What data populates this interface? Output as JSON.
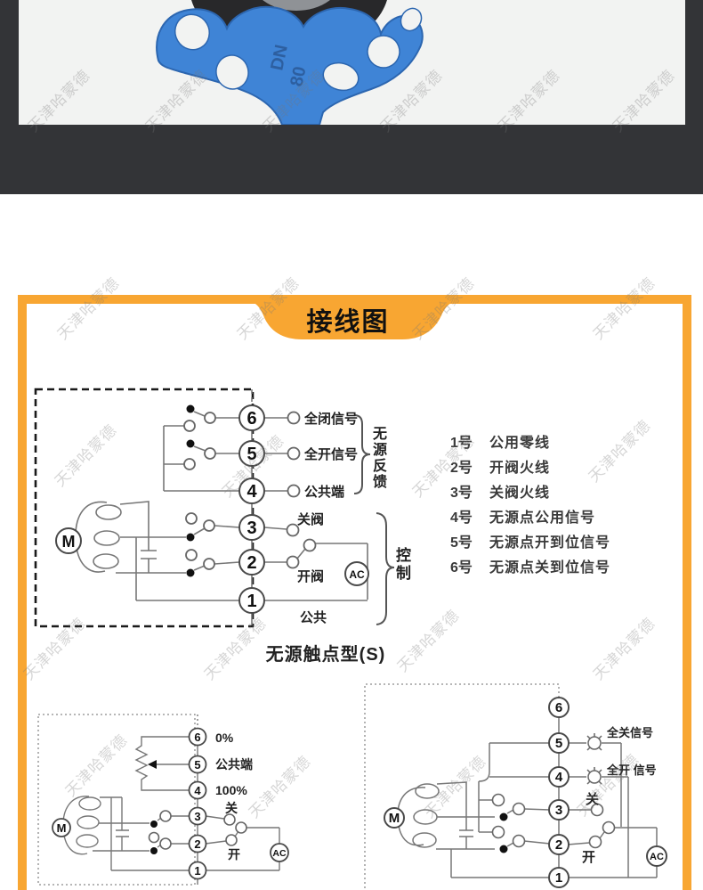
{
  "watermark_text": "天津哈蒙德",
  "photo": {
    "emboss_line1": "DN",
    "emboss_line2": "80"
  },
  "colors": {
    "accent_orange": "#f8a632",
    "band_dark": "#333437",
    "photo_bg": "#f2f3f2",
    "valve_blue": "#3f84d6"
  },
  "section_title": "接线图",
  "diagram_s": {
    "terminals": [
      "6",
      "5",
      "4",
      "3",
      "2",
      "1"
    ],
    "labels": {
      "t6": "全闭信号",
      "t5": "全开信号",
      "t4": "公共端",
      "t3": "关阀",
      "t2": "开阀",
      "t1": "公共"
    },
    "group_feedback": "无源反馈",
    "group_control": "控制",
    "motor": "M",
    "ac": "AC",
    "caption": "无源触点型(S)"
  },
  "legend": {
    "items": [
      {
        "num": "1号",
        "desc": "公用零线"
      },
      {
        "num": "2号",
        "desc": "开阀火线"
      },
      {
        "num": "3号",
        "desc": "关阀火线"
      },
      {
        "num": "4号",
        "desc": "无源点公用信号"
      },
      {
        "num": "5号",
        "desc": "无源点开到位信号"
      },
      {
        "num": "6号",
        "desc": "无源点关到位信号"
      }
    ]
  },
  "diagram_pot": {
    "terminals": [
      "6",
      "5",
      "4",
      "3",
      "2",
      "1"
    ],
    "labels": {
      "t6": "0%",
      "t5": "公共端",
      "t4": "100%",
      "t3": "关",
      "t2": "开"
    },
    "motor": "M",
    "ac": "AC"
  },
  "diagram_lamp": {
    "terminals": [
      "6",
      "5",
      "4",
      "3",
      "2",
      "1"
    ],
    "labels": {
      "t5": "全关信号",
      "t4": "全开 信号",
      "t3": "关",
      "t2": "开"
    },
    "motor": "M",
    "ac": "AC"
  }
}
